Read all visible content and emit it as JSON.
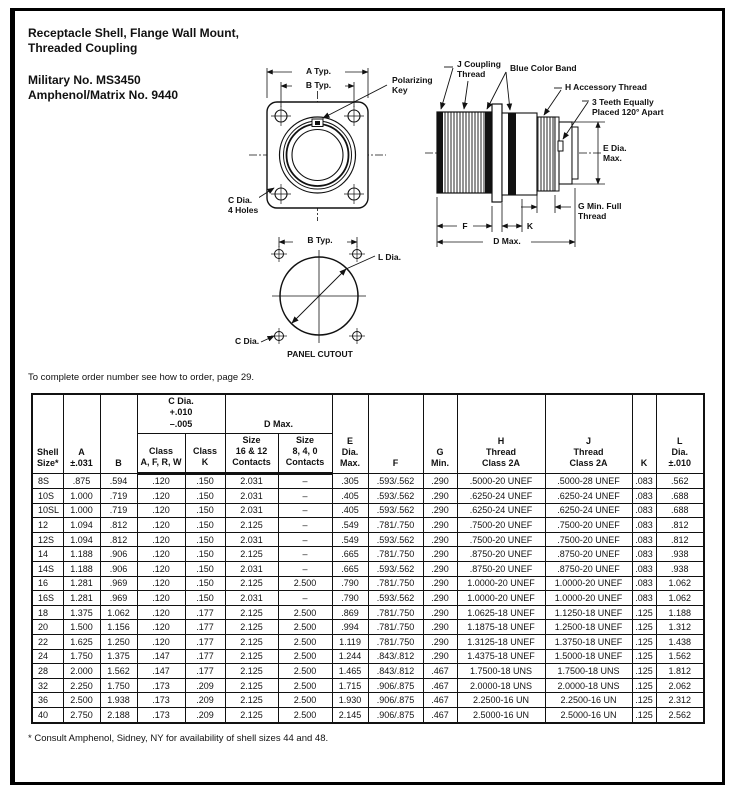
{
  "header": {
    "title": "Receptacle Shell, Flange Wall Mount,\nThreaded Coupling",
    "subtitle": "Military No. MS3450\nAmphenol/Matrix No. 9440"
  },
  "diagrams": {
    "front_view": {
      "a_typ": "A Typ.",
      "b_typ": "B Typ.",
      "polarizing_key": "Polarizing\nKey",
      "c_dia_4_holes": "C Dia.\n4 Holes"
    },
    "side_view": {
      "j_coupling": "J Coupling\nThread",
      "blue_band": "Blue Color Band",
      "h_accessory": "H Accessory Thread",
      "teeth": "3 Teeth Equally\nPlaced 120° Apart",
      "e_dia": "E Dia.\nMax.",
      "g_min": "G Min. Full\nThread",
      "f": "F",
      "k": "K",
      "d_max": "D Max."
    },
    "panel_cutout": {
      "b_typ": "B Typ.",
      "l_dia": "L Dia.",
      "c_dia": "C Dia.",
      "caption": "PANEL CUTOUT"
    }
  },
  "order_note": "To complete order number see how to order, page 29.",
  "table": {
    "group_headers": {
      "c_dia": "C Dia.\n+.010\n–.005",
      "d_max": "D Max."
    },
    "columns": [
      "Shell\nSize*",
      "A\n±.031",
      "B",
      "Class\nA, F, R, W",
      "Class\nK",
      "Size\n16 & 12\nContacts",
      "Size\n8, 4, 0\nContacts",
      "E\nDia.\nMax.",
      "F",
      "G\nMin.",
      "H\nThread\nClass 2A",
      "J\nThread\nClass 2A",
      "K",
      "L\nDia.\n±.010"
    ],
    "rows": [
      [
        "8S",
        ".875",
        ".594",
        ".120",
        ".150",
        "2.031",
        "–",
        ".305",
        ".593/.562",
        ".290",
        ".5000-20 UNEF",
        ".5000-28 UNEF",
        ".083",
        ".562"
      ],
      [
        "10S",
        "1.000",
        ".719",
        ".120",
        ".150",
        "2.031",
        "–",
        ".405",
        ".593/.562",
        ".290",
        ".6250-24 UNEF",
        ".6250-24 UNEF",
        ".083",
        ".688"
      ],
      [
        "10SL",
        "1.000",
        ".719",
        ".120",
        ".150",
        "2.031",
        "–",
        ".405",
        ".593/.562",
        ".290",
        ".6250-24 UNEF",
        ".6250-24 UNEF",
        ".083",
        ".688"
      ],
      [
        "12",
        "1.094",
        ".812",
        ".120",
        ".150",
        "2.125",
        "–",
        ".549",
        ".781/.750",
        ".290",
        ".7500-20 UNEF",
        ".7500-20 UNEF",
        ".083",
        ".812"
      ],
      [
        "12S",
        "1.094",
        ".812",
        ".120",
        ".150",
        "2.031",
        "–",
        ".549",
        ".593/.562",
        ".290",
        ".7500-20 UNEF",
        ".7500-20 UNEF",
        ".083",
        ".812"
      ],
      [
        "14",
        "1.188",
        ".906",
        ".120",
        ".150",
        "2.125",
        "–",
        ".665",
        ".781/.750",
        ".290",
        ".8750-20 UNEF",
        ".8750-20 UNEF",
        ".083",
        ".938"
      ],
      [
        "14S",
        "1.188",
        ".906",
        ".120",
        ".150",
        "2.031",
        "–",
        ".665",
        ".593/.562",
        ".290",
        ".8750-20 UNEF",
        ".8750-20 UNEF",
        ".083",
        ".938"
      ],
      [
        "16",
        "1.281",
        ".969",
        ".120",
        ".150",
        "2.125",
        "2.500",
        ".790",
        ".781/.750",
        ".290",
        "1.0000-20 UNEF",
        "1.0000-20 UNEF",
        ".083",
        "1.062"
      ],
      [
        "16S",
        "1.281",
        ".969",
        ".120",
        ".150",
        "2.031",
        "–",
        ".790",
        ".593/.562",
        ".290",
        "1.0000-20 UNEF",
        "1.0000-20 UNEF",
        ".083",
        "1.062"
      ],
      [
        "18",
        "1.375",
        "1.062",
        ".120",
        ".177",
        "2.125",
        "2.500",
        ".869",
        ".781/.750",
        ".290",
        "1.0625-18 UNEF",
        "1.1250-18 UNEF",
        ".125",
        "1.188"
      ],
      [
        "20",
        "1.500",
        "1.156",
        ".120",
        ".177",
        "2.125",
        "2.500",
        ".994",
        ".781/.750",
        ".290",
        "1.1875-18 UNEF",
        "1.2500-18 UNEF",
        ".125",
        "1.312"
      ],
      [
        "22",
        "1.625",
        "1.250",
        ".120",
        ".177",
        "2.125",
        "2.500",
        "1.119",
        ".781/.750",
        ".290",
        "1.3125-18 UNEF",
        "1.3750-18 UNEF",
        ".125",
        "1.438"
      ],
      [
        "24",
        "1.750",
        "1.375",
        ".147",
        ".177",
        "2.125",
        "2.500",
        "1.244",
        ".843/.812",
        ".290",
        "1.4375-18 UNEF",
        "1.5000-18 UNEF",
        ".125",
        "1.562"
      ],
      [
        "28",
        "2.000",
        "1.562",
        ".147",
        ".177",
        "2.125",
        "2.500",
        "1.465",
        ".843/.812",
        ".467",
        "1.7500-18 UNS",
        "1.7500-18 UNS",
        ".125",
        "1.812"
      ],
      [
        "32",
        "2.250",
        "1.750",
        ".173",
        ".209",
        "2.125",
        "2.500",
        "1.715",
        ".906/.875",
        ".467",
        "2.0000-18 UNS",
        "2.0000-18 UNS",
        ".125",
        "2.062"
      ],
      [
        "36",
        "2.500",
        "1.938",
        ".173",
        ".209",
        "2.125",
        "2.500",
        "1.930",
        ".906/.875",
        ".467",
        "2.2500-16 UN",
        "2.2500-16 UN",
        ".125",
        "2.312"
      ],
      [
        "40",
        "2.750",
        "2.188",
        ".173",
        ".209",
        "2.125",
        "2.500",
        "2.145",
        ".906/.875",
        ".467",
        "2.5000-16 UN",
        "2.5000-16 UN",
        ".125",
        "2.562"
      ]
    ]
  },
  "footnote": "*  Consult Amphenol, Sidney, NY for availability of shell sizes 44 and 48."
}
